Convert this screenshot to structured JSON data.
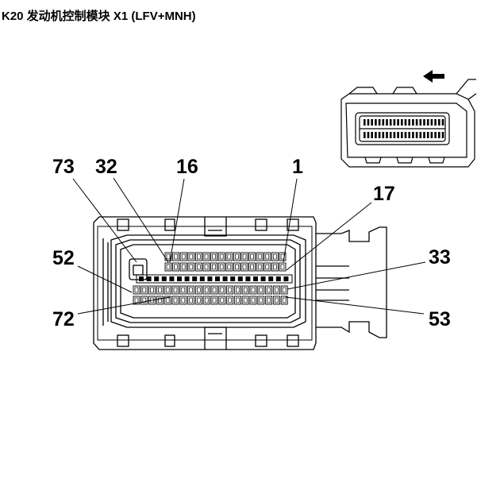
{
  "title": "K20 发动机控制模块 X1 (LFV+MNH)",
  "pin_labels": {
    "p73": "73",
    "p32": "32",
    "p16": "16",
    "p1": "1",
    "p17": "17",
    "p52": "52",
    "p33": "33",
    "p72": "72",
    "p53": "53"
  },
  "icons": {
    "direction": "arrow-left-icon"
  },
  "colors": {
    "line": "#000000",
    "background": "#ffffff"
  }
}
